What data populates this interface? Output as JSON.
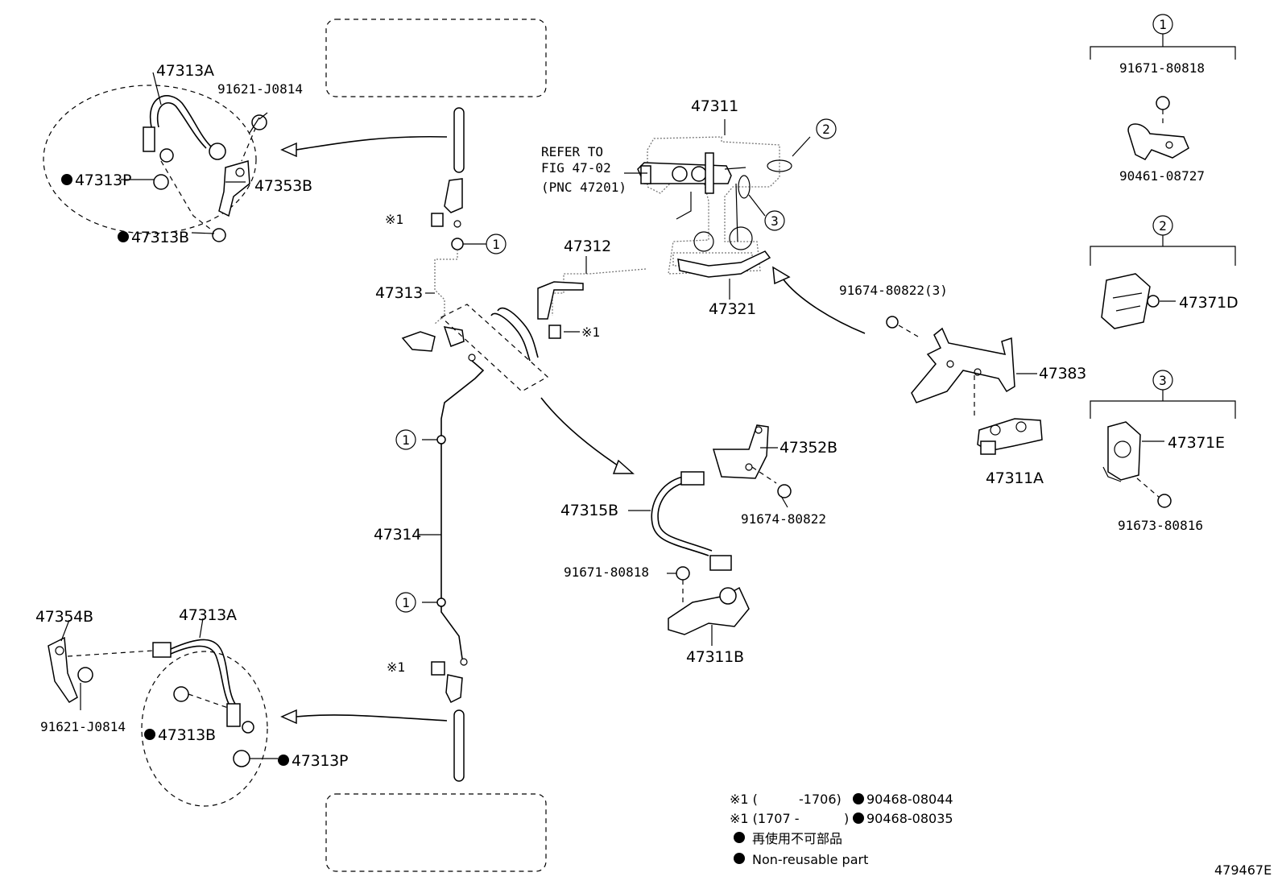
{
  "labels": {
    "l_47313A_top": "47313A",
    "l_91621_top": "91621-J0814",
    "l_47313P_top": "47313P",
    "l_47353B": "47353B",
    "l_47313B_top": "47313B",
    "l_47311": "47311",
    "l_refer1": "REFER TO",
    "l_refer2": "FIG 47-02",
    "l_refer3": "(PNC 47201)",
    "l_47312": "47312",
    "l_47321": "47321",
    "l_47313": "47313",
    "l_ref1_top": "※1",
    "l_ref1_mid": "※1",
    "l_ref1_bot": "※1",
    "l_91674_3": "91674-80822(3)",
    "l_47383": "47383",
    "l_47311A": "47311A",
    "l_47352B": "47352B",
    "l_47315B": "47315B",
    "l_91674_b": "91674-80822",
    "l_91671_b": "91671-80818",
    "l_47311B": "47311B",
    "l_47314": "47314",
    "l_47354B": "47354B",
    "l_47313A_bot": "47313A",
    "l_91621_bot": "91621-J0814",
    "l_47313B_bot": "47313B",
    "l_47313P_bot": "47313P",
    "k1_top": "91671-80818",
    "k1_bot": "90461-08727",
    "k2_part": "47371D",
    "k3_part": "47371E",
    "k3_bot": "91673-80816",
    "c1": "1",
    "c2": "2",
    "c3": "3",
    "m1a": "1",
    "m1b": "1",
    "m1c": "1",
    "m2": "2",
    "m3": "3"
  },
  "legend": {
    "line1_ref": "※1 (",
    "line1_range": "-1706)",
    "line1_part": "90468-08044",
    "line2_ref": "※1 (1707 -",
    "line2_range": ")",
    "line2_part": "90468-08035",
    "line3": "再使用不可部品",
    "line4": "Non-reusable part"
  },
  "figure_id": "479467E"
}
